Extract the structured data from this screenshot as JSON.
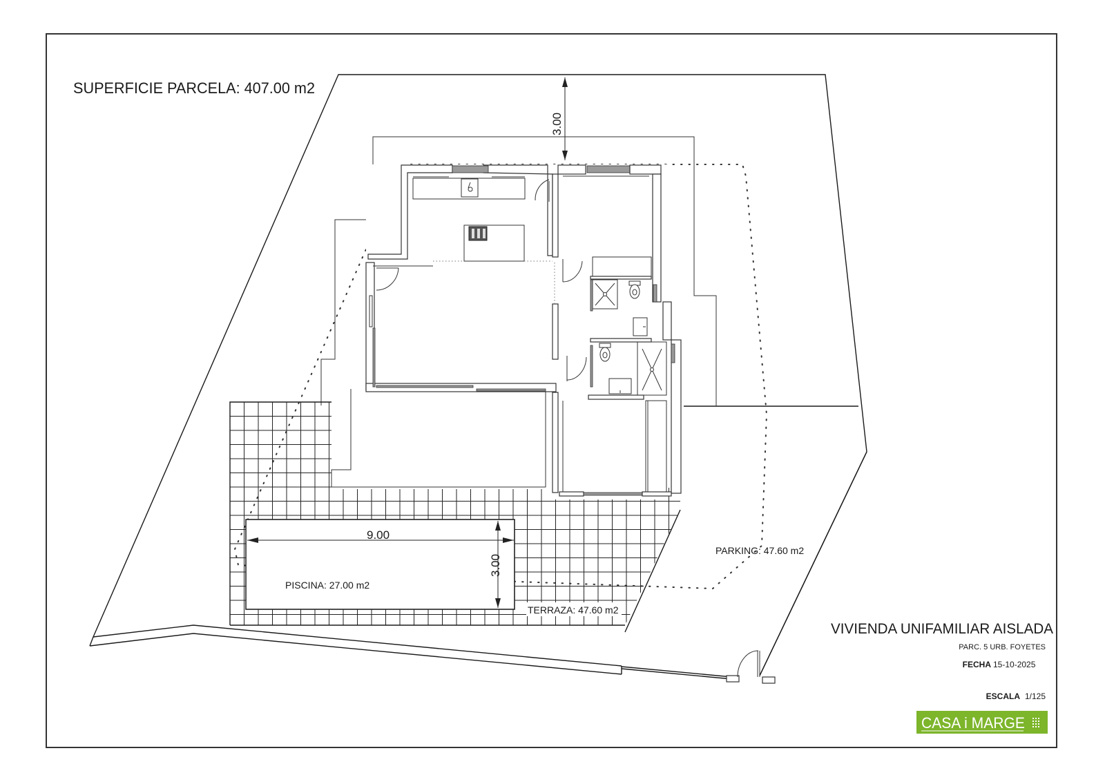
{
  "plan": {
    "parcel_area_label": "SUPERFICIE PARCELA: 407.00 m2",
    "setback_dimension": "3.00",
    "pool_length_dimension": "9.00",
    "pool_width_dimension": "3.00",
    "pool_area_label": "PISCINA: 27.00 m2",
    "terrace_area_label": "TERRAZA: 47.60 m2",
    "parking_area_label": "PARKING: 47.60 m2"
  },
  "title_block": {
    "project_title": "VIVIENDA UNIFAMILIAR AISLADA",
    "location": "PARC. 5 URB. FOYETES",
    "date_label": "FECHA",
    "date_value": "15-10-2025",
    "scale_label": "ESCALA",
    "scale_value": "1/125",
    "logo_text": "CASA i MARGE",
    "logo_color": "#7db52b"
  },
  "colors": {
    "line": "#1a1a1a",
    "background": "#ffffff"
  }
}
